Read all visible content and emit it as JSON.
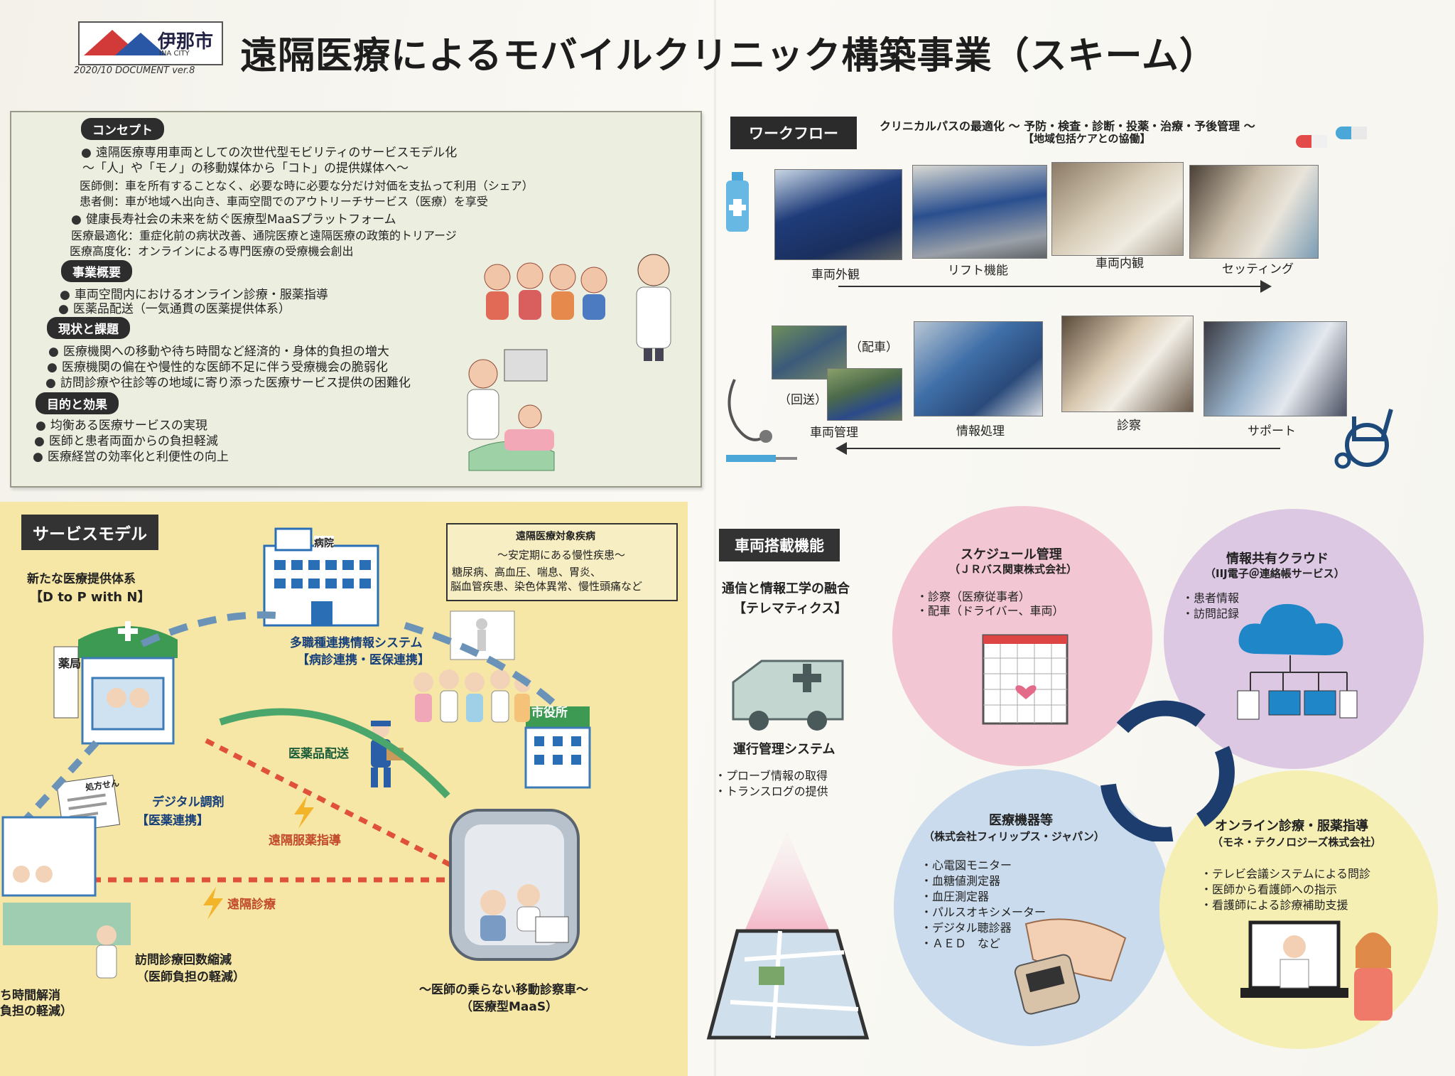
{
  "header": {
    "logo_city": "伊那市",
    "logo_sub": "INA CITY",
    "doc_version": "2020/10 DOCUMENT ver.8",
    "title": "遠隔医療によるモバイルクリニック構築事業（スキーム）"
  },
  "concept": {
    "tag_concept": "コンセプト",
    "c1": "遠隔医療専用車両としての次世代型モビリティのサービスモデル化",
    "c2": "～「人」や「モノ」の移動媒体から「コト」の提供媒体へ～",
    "c3": "医師側：車を所有することなく、必要な時に必要な分だけ対価を支払って利用（シェア）",
    "c4": "患者側：車が地域へ出向き、車両空間でのアウトリーチサービス（医療）を享受",
    "c5": "健康長寿社会の未来を紡ぐ医療型MaaSプラットフォーム",
    "c6": "医療最適化：重症化前の病状改善、通院医療と遠隔医療の政策的トリアージ",
    "c7": "医療高度化：オンラインによる専門医療の受療機会創出",
    "tag_overview": "事業概要",
    "o1": "車両空間内におけるオンライン診療・服薬指導",
    "o2": "医薬品配送（一気通貫の医薬提供体系）",
    "tag_issues": "現状と課題",
    "i1": "医療機関への移動や待ち時間など経済的・身体的負担の増大",
    "i2": "医療機関の偏在や慢性的な医師不足に伴う受療機会の脆弱化",
    "i3": "訪問診療や往診等の地域に寄り添った医療サービス提供の困難化",
    "tag_goals": "目的と効果",
    "g1": "均衡ある医療サービスの実現",
    "g2": "医師と患者両面からの負担軽減",
    "g3": "医療経営の効率化と利便性の向上"
  },
  "workflow": {
    "tag": "ワークフロー",
    "subtitle": "クリニカルパスの最適化 ～ 予防・検査・診断・投薬・治療・予後管理 ～",
    "subtitle2": "【地域包括ケアとの協働】",
    "top_labels": [
      "車両外観",
      "リフト機能",
      "車両内観",
      "セッティング"
    ],
    "haisha": "（配車）",
    "kaisou": "（回送）",
    "bottom_labels": [
      "車両管理",
      "情報処理",
      "診察",
      "サポート"
    ]
  },
  "service": {
    "tag": "サービスモデル",
    "new_system": "新たな医療提供体系",
    "dtop": "【D to P with N】",
    "hospital": "病院",
    "pharmacy": "薬局",
    "multi_info": "多職種連携情報システム",
    "multi_info_sub": "【病診連携・医保連携】",
    "city_hall": "市役所",
    "delivery": "医薬品配送",
    "digital": "デジタル調剤",
    "digital_sub": "【医薬連携】",
    "prescription": "処方せん",
    "remote_med": "遠隔服薬指導",
    "remote_diag": "遠隔診療",
    "visit_reduce": "訪問診療回数縮減",
    "visit_reduce_sub": "（医師負担の軽減）",
    "wait1": "ち時間解消",
    "wait2": "負担の軽減）",
    "mobile_car": "～医師の乗らない移動診察車～",
    "mobile_car_sub": "（医療型MaaS）",
    "disease_title": "遠隔医療対象疾病",
    "disease_sub": "～安定期にある慢性疾患～",
    "disease_1": "糖尿病、高血圧、喘息、胃炎、",
    "disease_2": "脳血管疾患、染色体異常、慢性頭痛など"
  },
  "vehicle": {
    "tag": "車両搭載機能",
    "fusion": "通信と情報工学の融合",
    "telematics": "【テレマティクス】",
    "ops": "運行管理システム",
    "ops_1": "・プローブ情報の取得",
    "ops_2": "・トランスログの提供",
    "schedule": "スケジュール管理",
    "schedule_co": "（ＪＲバス関東株式会社）",
    "schedule_1": "・診察（医療従事者）",
    "schedule_2": "・配車（ドライバー、車両）",
    "cloud": "情報共有クラウド",
    "cloud_co": "（IIJ電子＠連絡帳サービス）",
    "cloud_1": "・患者情報",
    "cloud_2": "・訪問記録",
    "equip": "医療機器等",
    "equip_co": "（株式会社フィリップス・ジャパン）",
    "equip_items": [
      "・心電図モニター",
      "・血糖値測定器",
      "・血圧測定器",
      "・パルスオキシメーター",
      "・デジタル聴診器",
      "・ＡＥＤ　など"
    ],
    "online": "オンライン診療・服薬指導",
    "online_co": "（モネ・テクノロジーズ株式会社）",
    "online_1": "・テレビ会議システムによる問診",
    "online_2": "・医師から看護師への指示",
    "online_3": "・看護師による診療補助支援"
  },
  "colors": {
    "service_bg": "#f6e7a6",
    "pink_circle": "#f2c6d3",
    "purple_circle": "#ddc8e3",
    "blue_circle": "#c9dbec",
    "yellow_circle": "#f5efb4",
    "cloud_blue": "#1f86c8",
    "arrow_navy": "#1d3d6e"
  }
}
